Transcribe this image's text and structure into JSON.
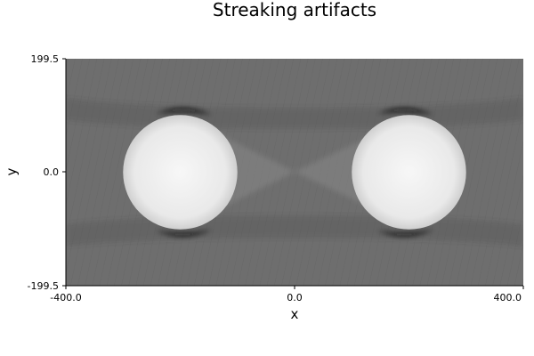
{
  "chart_data": {
    "type": "heatmap",
    "title": "Streaking artifacts",
    "xlabel": "x",
    "ylabel": "y",
    "xlim": [
      -400.0,
      400.0
    ],
    "ylim": [
      -199.5,
      199.5
    ],
    "x_ticks": [
      "-400.0",
      "0.0",
      "400.0"
    ],
    "y_ticks": [
      "199.5",
      "0.0",
      "-199.5"
    ],
    "colormap": "grayscale",
    "background_gray": "#6e6e6e",
    "objects": [
      {
        "shape": "disk",
        "center": [
          -200,
          0
        ],
        "radius": 100,
        "color": "#f0f0f0"
      },
      {
        "shape": "disk",
        "center": [
          200,
          0
        ],
        "radius": 100,
        "color": "#f0f0f0"
      }
    ],
    "grid": false,
    "legend": "none"
  }
}
